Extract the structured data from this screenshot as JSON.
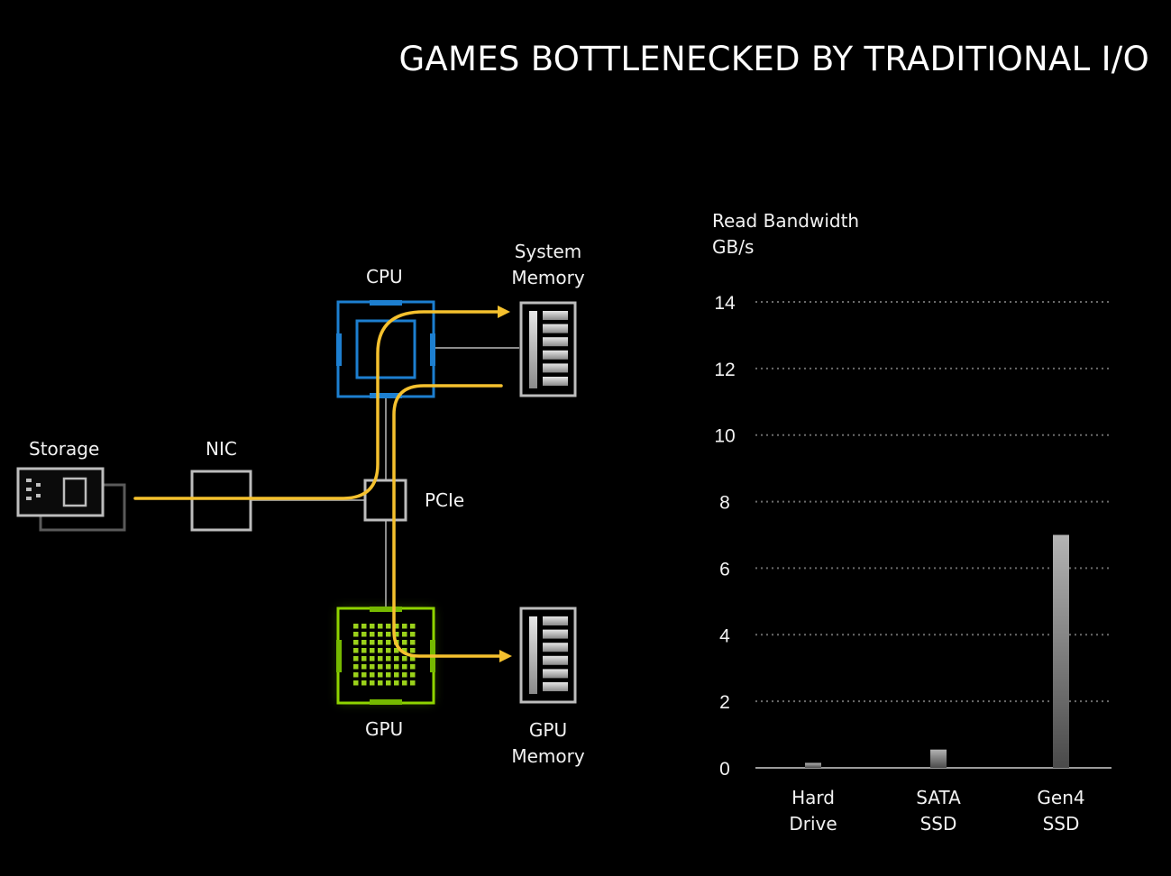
{
  "title": "GAMES BOTTLENECKED BY TRADITIONAL I/O",
  "diagram": {
    "nodes": {
      "storage": "Storage",
      "nic": "NIC",
      "pcie": "PCIe",
      "cpu": "CPU",
      "system_memory": [
        "System",
        "Memory"
      ],
      "gpu": "GPU",
      "gpu_memory": [
        "GPU",
        "Memory"
      ]
    },
    "icons": {
      "storage": "storage-drive-icon",
      "cpu": "cpu-chip-icon",
      "gpu": "gpu-chip-icon",
      "memory": "memory-module-icon",
      "flow": "data-flow-arrow"
    },
    "colors": {
      "flow": "#f5c12e",
      "cpu": "#1d7fd0",
      "gpu": "#76b900",
      "neutral": "#c8c8c8"
    }
  },
  "chart_data": {
    "type": "bar",
    "ylabel": [
      "Read Bandwidth",
      "GB/s"
    ],
    "categories": [
      [
        "Hard",
        "Drive"
      ],
      [
        "SATA",
        "SSD"
      ],
      [
        "Gen4",
        "SSD"
      ]
    ],
    "values": [
      0.15,
      0.55,
      7.0
    ],
    "ylim": [
      0,
      14
    ],
    "yticks": [
      0,
      2,
      4,
      6,
      8,
      10,
      12,
      14
    ],
    "grid": true
  }
}
